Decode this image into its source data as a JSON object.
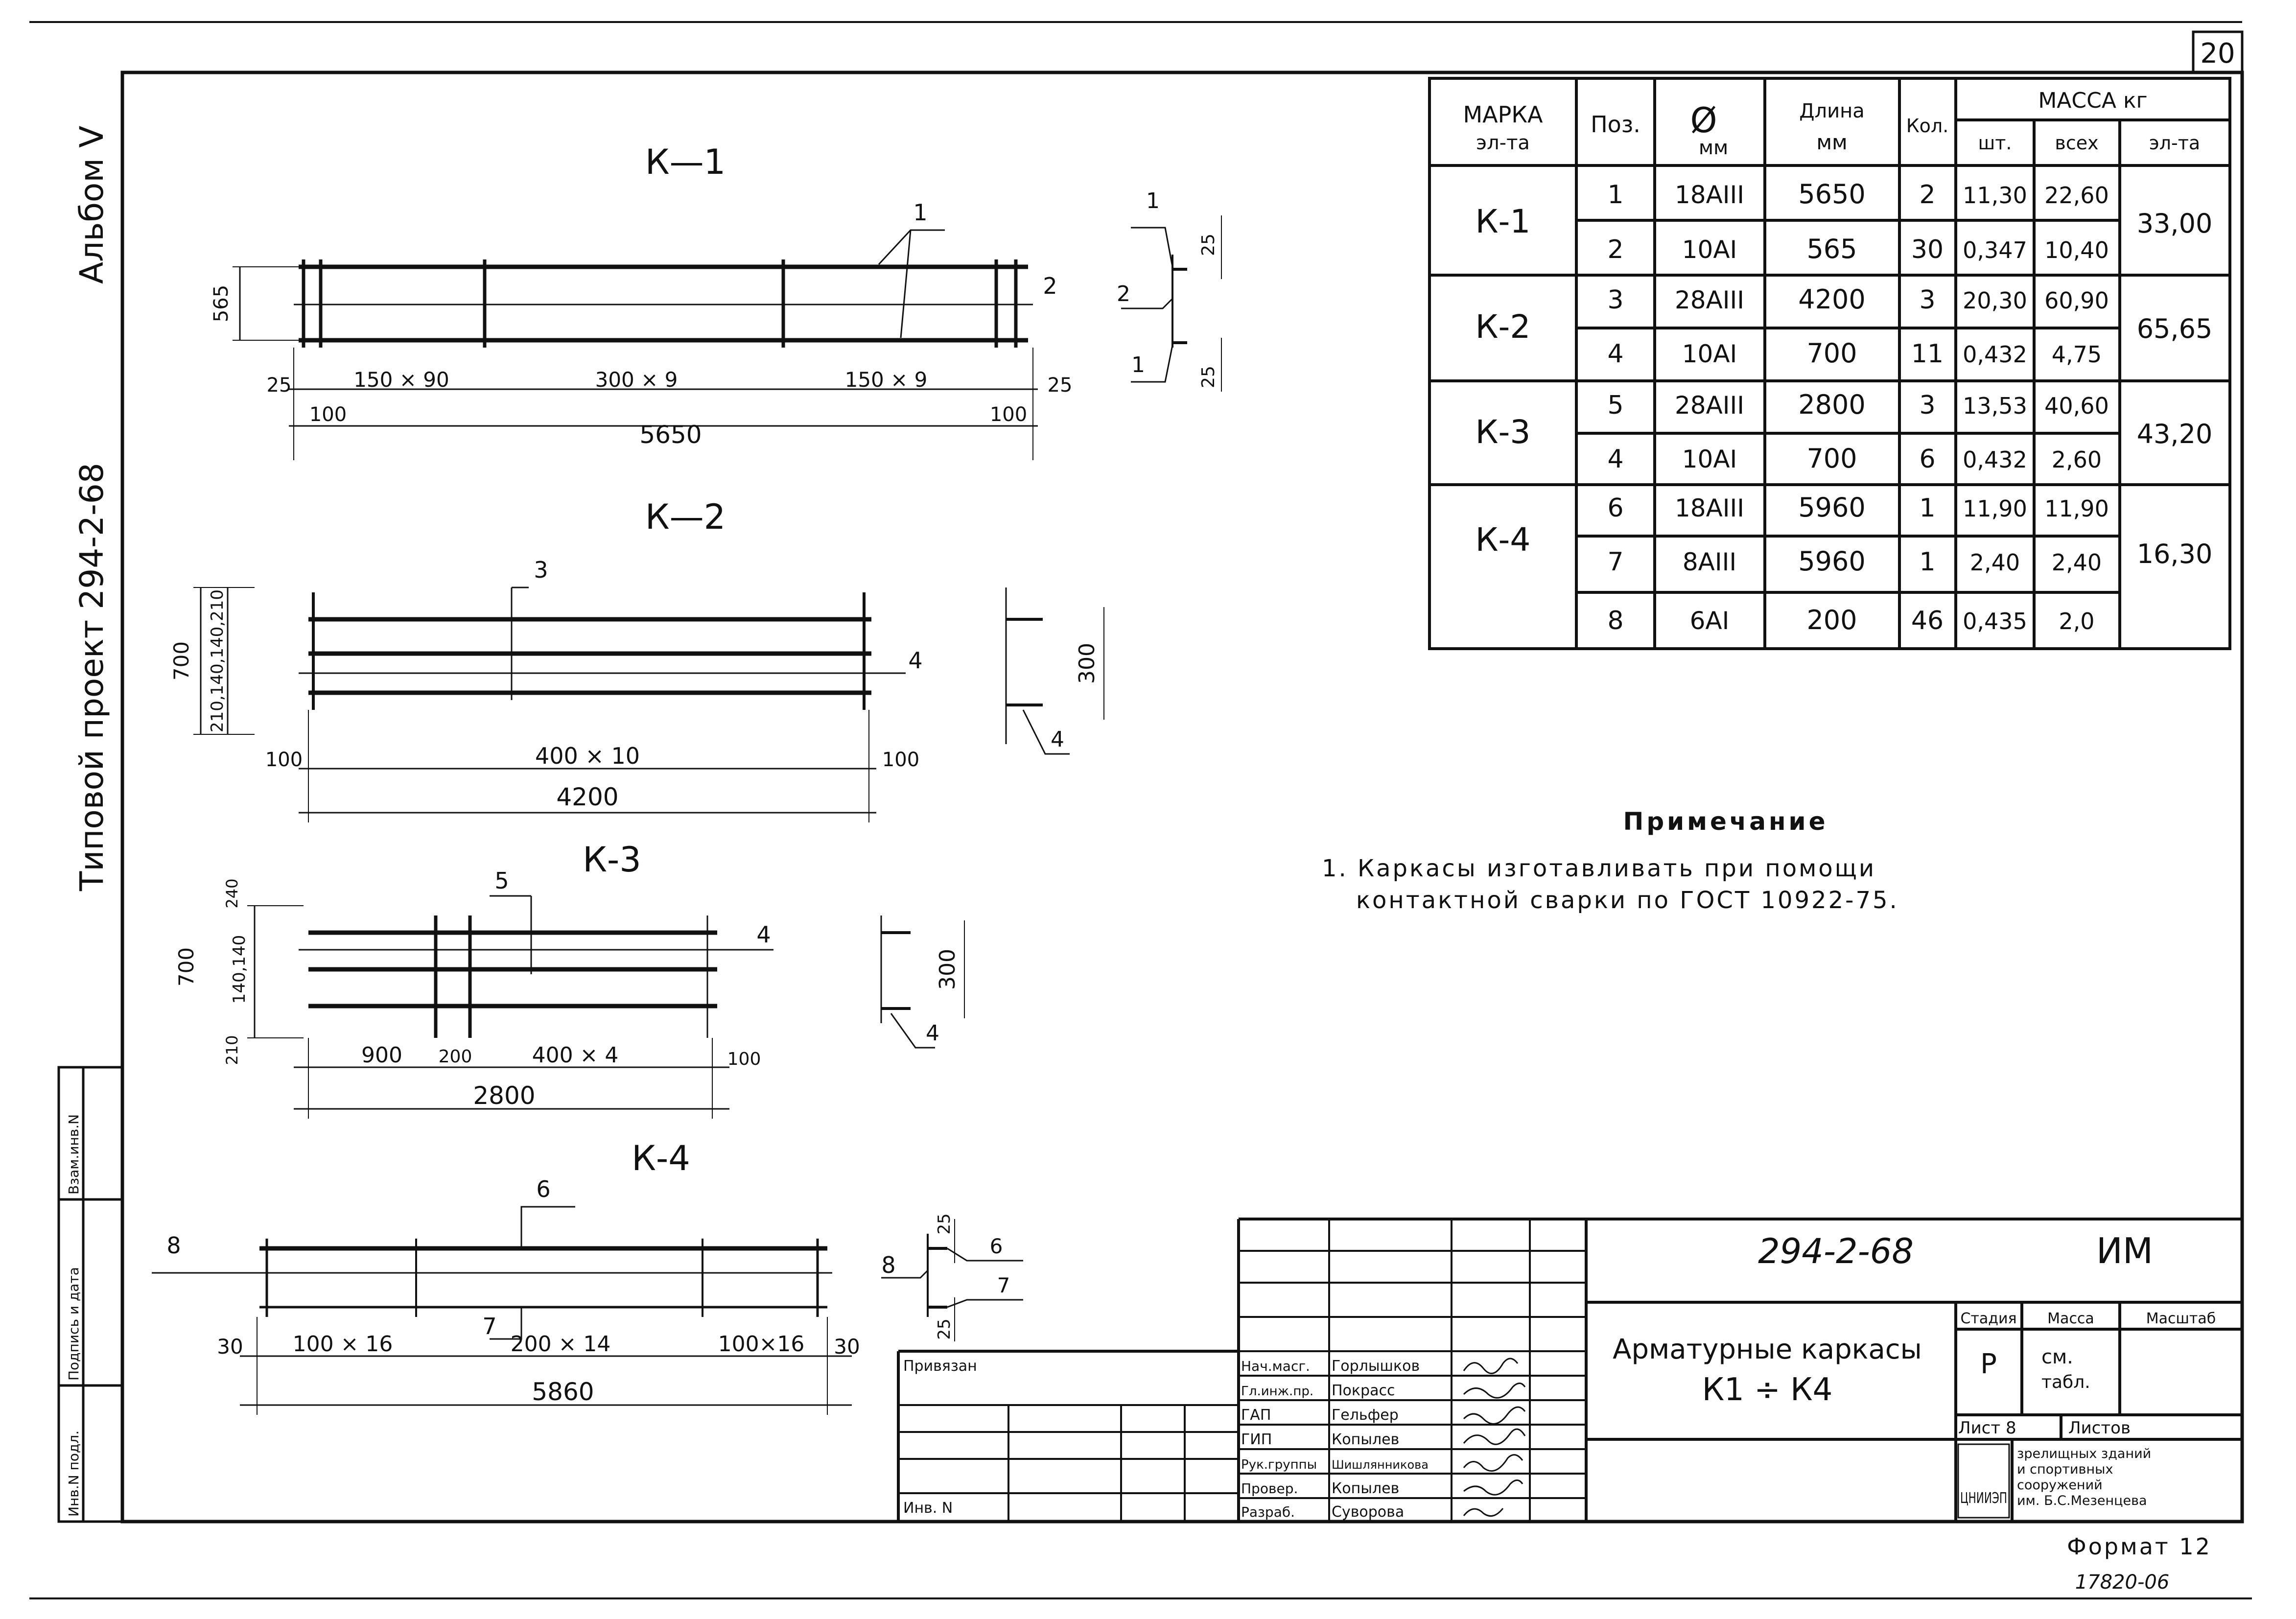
{
  "sheet_number": "20",
  "side_titles": {
    "album": "Альбом V",
    "project": "Типовой проект 294-2-68"
  },
  "side_stamp": [
    "Взам.инв.N",
    "Подпись и дата",
    "Инв.N подл."
  ],
  "drawings": [
    {
      "title": "К—1",
      "dims": {
        "height": "565",
        "seg1": "150 × 90",
        "seg2": "300 × 9",
        "seg3": "150 × 9",
        "edge_l": "25",
        "edge_r": "25",
        "off_l": "100",
        "off_r": "100",
        "total": "5650"
      },
      "positions": [
        "1",
        "2"
      ],
      "section": {
        "top": "25",
        "bottom": "25",
        "pos": [
          "1",
          "2",
          "1"
        ]
      }
    },
    {
      "title": "К—2",
      "dims": {
        "height": "700",
        "spacing": "210,140,140,210",
        "off_l": "100",
        "seg": "400 × 10",
        "off_r": "100",
        "total": "4200"
      },
      "positions": [
        "3",
        "4"
      ],
      "section": {
        "height": "300",
        "pos": [
          "4"
        ]
      }
    },
    {
      "title": "К-3",
      "dims": {
        "height": "700",
        "spacing_top": "240",
        "spacing": "140,140",
        "spacing_bot": "210",
        "seg1": "900",
        "seg2": "200",
        "seg3": "400 × 4",
        "off_r": "100",
        "total": "2800"
      },
      "positions": [
        "5",
        "4"
      ],
      "section": {
        "height": "300",
        "pos": [
          "4"
        ]
      }
    },
    {
      "title": "К-4",
      "dims": {
        "edge_l": "30",
        "seg1": "100 × 16",
        "seg2": "200 × 14",
        "seg3": "100×16",
        "edge_r": "30",
        "total": "5860"
      },
      "positions": [
        "6",
        "7",
        "8"
      ],
      "section": {
        "top": "25",
        "bottom": "25",
        "pos": [
          "8",
          "6",
          "7"
        ]
      }
    }
  ],
  "table": {
    "headers": {
      "mark": [
        "МАРКА",
        "эл-та"
      ],
      "pos": "Поз.",
      "diam": [
        "Ø",
        "мм"
      ],
      "length": [
        "Длина",
        "мм"
      ],
      "qty": "Кол.",
      "mass": "МАССА  кг",
      "mass_sub": [
        "шт.",
        "всех",
        "эл-та"
      ]
    },
    "groups": [
      {
        "mark": "К-1",
        "total": "33,00",
        "rows": [
          {
            "pos": "1",
            "diam": "18АIII",
            "len": "5650",
            "qty": "2",
            "unit": "11,30",
            "all": "22,60"
          },
          {
            "pos": "2",
            "diam": "10АI",
            "len": "565",
            "qty": "30",
            "unit": "0,347",
            "all": "10,40"
          }
        ]
      },
      {
        "mark": "К-2",
        "total": "65,65",
        "rows": [
          {
            "pos": "3",
            "diam": "28АIII",
            "len": "4200",
            "qty": "3",
            "unit": "20,30",
            "all": "60,90"
          },
          {
            "pos": "4",
            "diam": "10АI",
            "len": "700",
            "qty": "11",
            "unit": "0,432",
            "all": "4,75"
          }
        ]
      },
      {
        "mark": "К-3",
        "total": "43,20",
        "rows": [
          {
            "pos": "5",
            "diam": "28АIII",
            "len": "2800",
            "qty": "3",
            "unit": "13,53",
            "all": "40,60"
          },
          {
            "pos": "4",
            "diam": "10АI",
            "len": "700",
            "qty": "6",
            "unit": "0,432",
            "all": "2,60"
          }
        ]
      },
      {
        "mark": "К-4",
        "total": "16,30",
        "rows": [
          {
            "pos": "6",
            "diam": "18АIII",
            "len": "5960",
            "qty": "1",
            "unit": "11,90",
            "all": "11,90"
          },
          {
            "pos": "7",
            "diam": "8АIII",
            "len": "5960",
            "qty": "1",
            "unit": "2,40",
            "all": "2,40"
          },
          {
            "pos": "8",
            "diam": "6АI",
            "len": "200",
            "qty": "46",
            "unit": "0,435",
            "all": "2,0"
          }
        ]
      }
    ]
  },
  "note": {
    "title": "Примечание",
    "line1": "1. Каркасы изготавливать при помощи",
    "line2": "контактной сварки по ГОСТ 10922-75."
  },
  "title_block": {
    "code": "294-2-68",
    "suffix": "ИМ",
    "name1": "Арматурные каркасы",
    "name2": "К1 ÷ К4",
    "stage_label": "Стадия",
    "mass_label": "Масса",
    "scale_label": "Масштаб",
    "stage": "Р",
    "mass1": "см.",
    "mass2": "табл.",
    "sheet_label": "Лист 8",
    "sheets_label": "Листов",
    "org_logo": "ЦНИИЭП",
    "org": [
      "зрелищных зданий",
      "и спортивных",
      "сооружений",
      "им. Б.С.Мезенцева"
    ],
    "linked": "Привязан",
    "inv": "Инв. N",
    "roles": [
      {
        "role": "Нач.масг.",
        "name": "Горлышков"
      },
      {
        "role": "Гл.инж.пр.",
        "name": "Покрасс"
      },
      {
        "role": "ГАП",
        "name": "Гельфер"
      },
      {
        "role": "ГИП",
        "name": "Копылев"
      },
      {
        "role": "Рук.группы",
        "name": "Шишлянникова"
      },
      {
        "role": "Провер.",
        "name": "Копылев"
      },
      {
        "role": "Разраб.",
        "name": "Суворова"
      }
    ]
  },
  "footer": {
    "format": "Формат 12",
    "code": "17820-06"
  }
}
